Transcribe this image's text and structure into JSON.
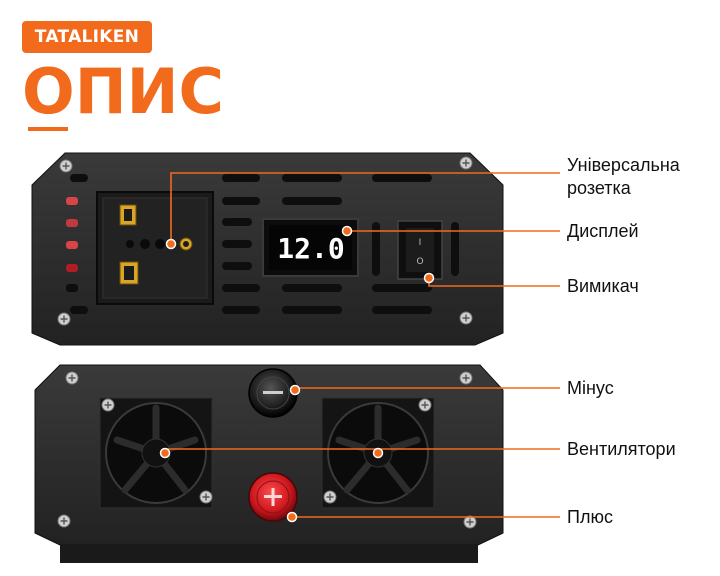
{
  "brand": "TATALIKEN",
  "title": "ОПИС",
  "display_value": "12.0",
  "switch_labels": {
    "on": "I",
    "off": "O"
  },
  "labels": {
    "socket": [
      "Універсальна",
      "розетка"
    ],
    "display": "Дисплей",
    "switch": "Вимикач",
    "minus": "Мінус",
    "fans": "Вентилятори",
    "plus": "Плюс"
  },
  "colors": {
    "accent": "#f26b1d",
    "panel": "#2a2a2a",
    "display_text": "#ffffff",
    "plus_terminal": "#c8141c"
  },
  "icons": [
    "plus-icon",
    "minus-icon",
    "screw-icon",
    "fan-icon"
  ]
}
